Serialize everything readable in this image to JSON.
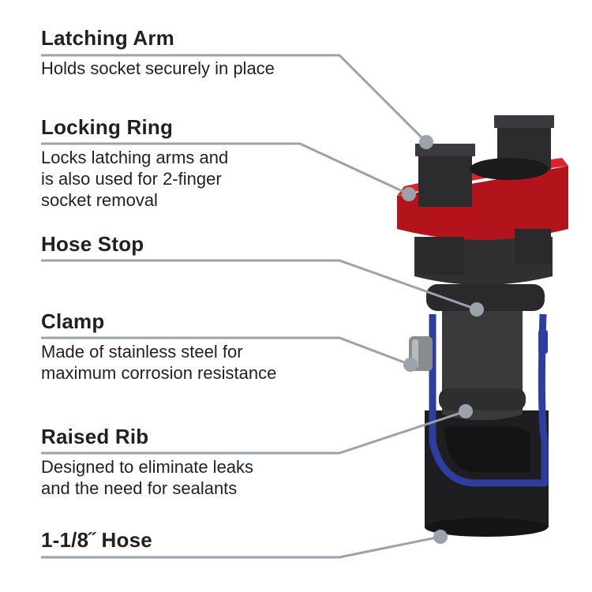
{
  "colors": {
    "leader_line": "#9aa3ab",
    "dot": "#9aa3ab",
    "body": "#2b2b2d",
    "locking_ring": "#b3141c",
    "hose_liner": "#2f3e9e",
    "clamp": "#8a8d90",
    "text": "#231f20"
  },
  "callouts": [
    {
      "id": "latching-arm",
      "title": "Latching Arm",
      "description": "Holds socket securely in place"
    },
    {
      "id": "locking-ring",
      "title": "Locking Ring",
      "description": "Locks latching arms and\nis also used for 2-finger\nsocket removal"
    },
    {
      "id": "hose-stop",
      "title": "Hose Stop",
      "description": ""
    },
    {
      "id": "clamp",
      "title": "Clamp",
      "description": "Made of stainless steel for\nmaximum corrosion resistance"
    },
    {
      "id": "raised-rib",
      "title": "Raised Rib",
      "description": "Designed to eliminate leaks\nand the need for sealants"
    },
    {
      "id": "hose",
      "title": "1-1/8˝ Hose",
      "description": ""
    }
  ]
}
